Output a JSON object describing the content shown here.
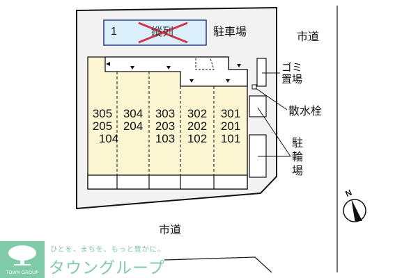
{
  "map": {
    "parking": {
      "label": "駐車場",
      "space_number": "1",
      "space_status": "縦列",
      "space_crossed_out": true
    },
    "roads": {
      "east": "市道",
      "south": "市道"
    },
    "facilities": {
      "garbage": [
        "ゴミ",
        "置場"
      ],
      "hydrant": "散水栓",
      "bicycle": [
        "駐",
        "輪",
        "場"
      ]
    },
    "units": [
      {
        "col": 1,
        "rows": [
          "305",
          "205",
          ""
        ]
      },
      {
        "col": 2,
        "rows": [
          "304",
          "204",
          "104"
        ]
      },
      {
        "col": 3,
        "rows": [
          "303",
          "203",
          "103"
        ]
      },
      {
        "col": 4,
        "rows": [
          "302",
          "202",
          "102"
        ]
      },
      {
        "col": 5,
        "rows": [
          "301",
          "201",
          "101"
        ]
      }
    ],
    "compass": {
      "label": "N"
    }
  },
  "branding": {
    "logo_text": "TOWN GROUP",
    "tagline": "ひとを、まちを、もっと豊かに。",
    "brand_name": "タウングループ"
  },
  "colors": {
    "site_fill": "#f2f2f2",
    "building_fill": "#fdf6d3",
    "parking_fill": "#dcf0fc",
    "parking_border": "#2a3a8c",
    "cross": "#d6344a",
    "brand": "#7fcaa8"
  }
}
